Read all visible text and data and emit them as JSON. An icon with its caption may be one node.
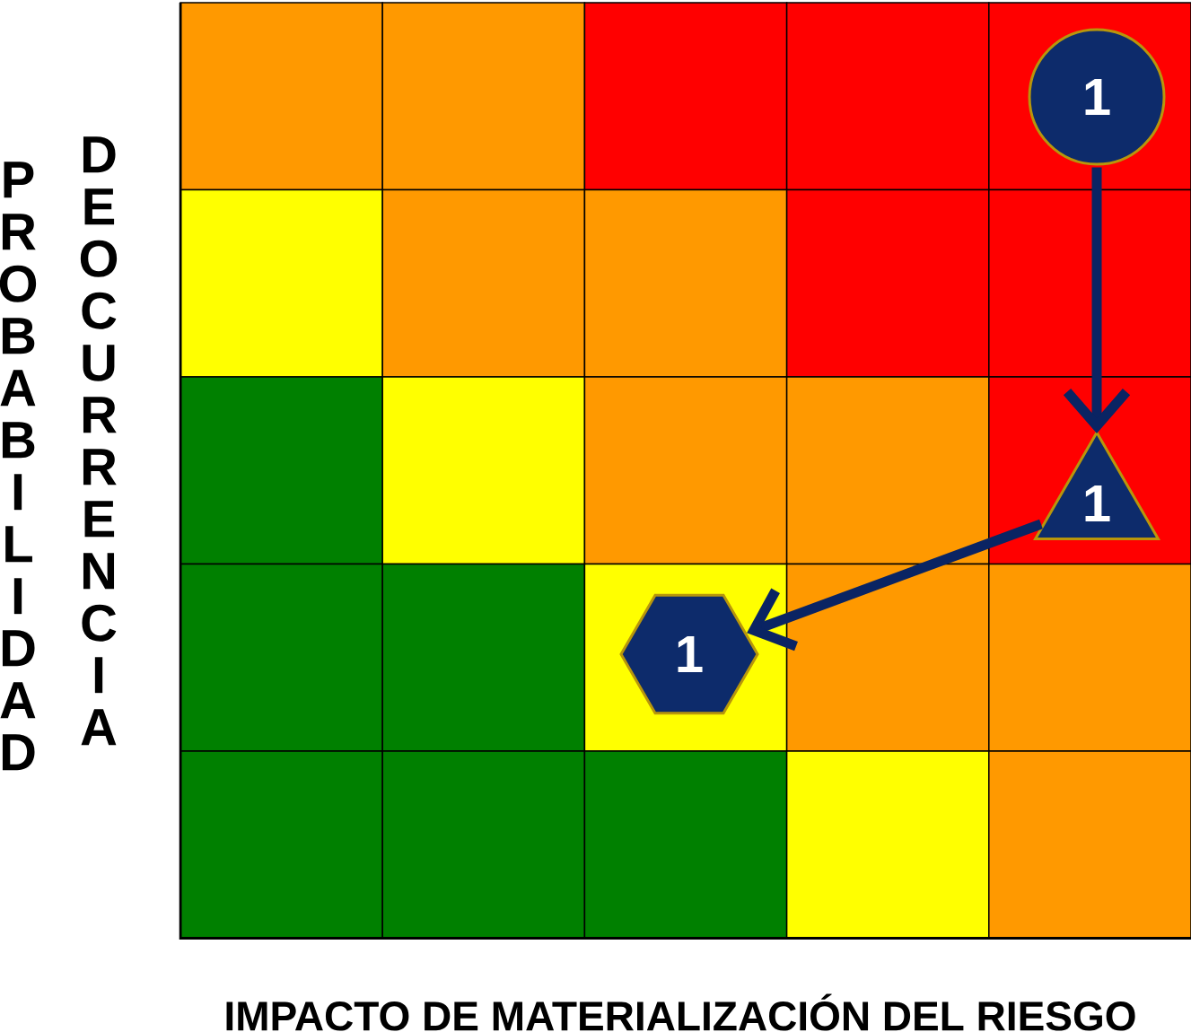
{
  "diagram": {
    "nodes": [
      {
        "text": [
          "1"
        ]
      },
      {
        "text": [
          "1"
        ]
      },
      {
        "text": [
          "1"
        ]
      }
    ],
    "edges": [
      {
        "from": 0,
        "to": 1,
        "arrow": "to"
      },
      {
        "from": 1,
        "to": 2,
        "arrow": "to"
      }
    ],
    "labels": [
      "PROBABILIDAD",
      "DE OCURRENCIA",
      "IMPACTO DE MATERIALIZACIÓN DEL RIESGO"
    ]
  }
}
